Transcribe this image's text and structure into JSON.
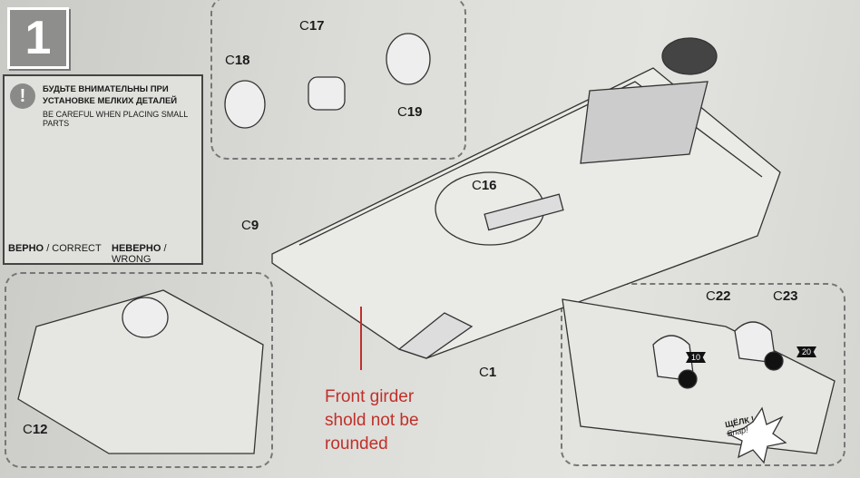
{
  "step_number": "1",
  "warning": {
    "title_ru": "БУДЬТЕ ВНИМАТЕЛЬНЫ ПРИ УСТАНОВКЕ МЕЛКИХ ДЕТАЛЕЙ",
    "title_en": "BE CAREFUL WHEN PLACING SMALL PARTS",
    "correct_ru": "ВЕРНО",
    "correct_en": "/ CORRECT",
    "wrong_ru": "НЕВЕРНО",
    "wrong_en": "/ WRONG",
    "icon": "exclamation-icon"
  },
  "parts": {
    "c17": "17",
    "c18": "18",
    "c19": "19",
    "c16": "16",
    "c9": "9",
    "c1": "1",
    "c12": "12",
    "c22": "22",
    "c23": "23"
  },
  "prefix": "C",
  "badges": {
    "b10": "10",
    "b20": "20"
  },
  "snap": {
    "ru": "ЩЁЛК !",
    "en": "Snap!"
  },
  "annotation": {
    "line1": "Front girder",
    "line2": "shold not be",
    "line3": "rounded",
    "color": "#c0302a"
  }
}
